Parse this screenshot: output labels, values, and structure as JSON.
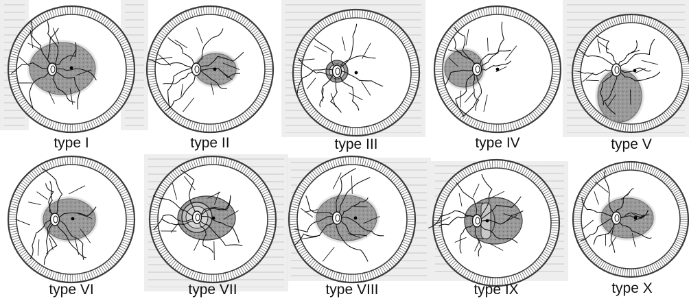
{
  "figure": {
    "types": [
      {
        "label": "type I"
      },
      {
        "label": "type II"
      },
      {
        "label": "type III"
      },
      {
        "label": "type IV"
      },
      {
        "label": "type V"
      },
      {
        "label": "type VI"
      },
      {
        "label": "type VII"
      },
      {
        "label": "type VIII"
      },
      {
        "label": "type IX"
      },
      {
        "label": "type X"
      }
    ]
  },
  "colors": {
    "rim": "#3a3a3a",
    "atrophy_fill": "#9a9a9a",
    "atrophy_edge": "#6a6a6a",
    "vessel": "#111111",
    "label": "#111111"
  }
}
